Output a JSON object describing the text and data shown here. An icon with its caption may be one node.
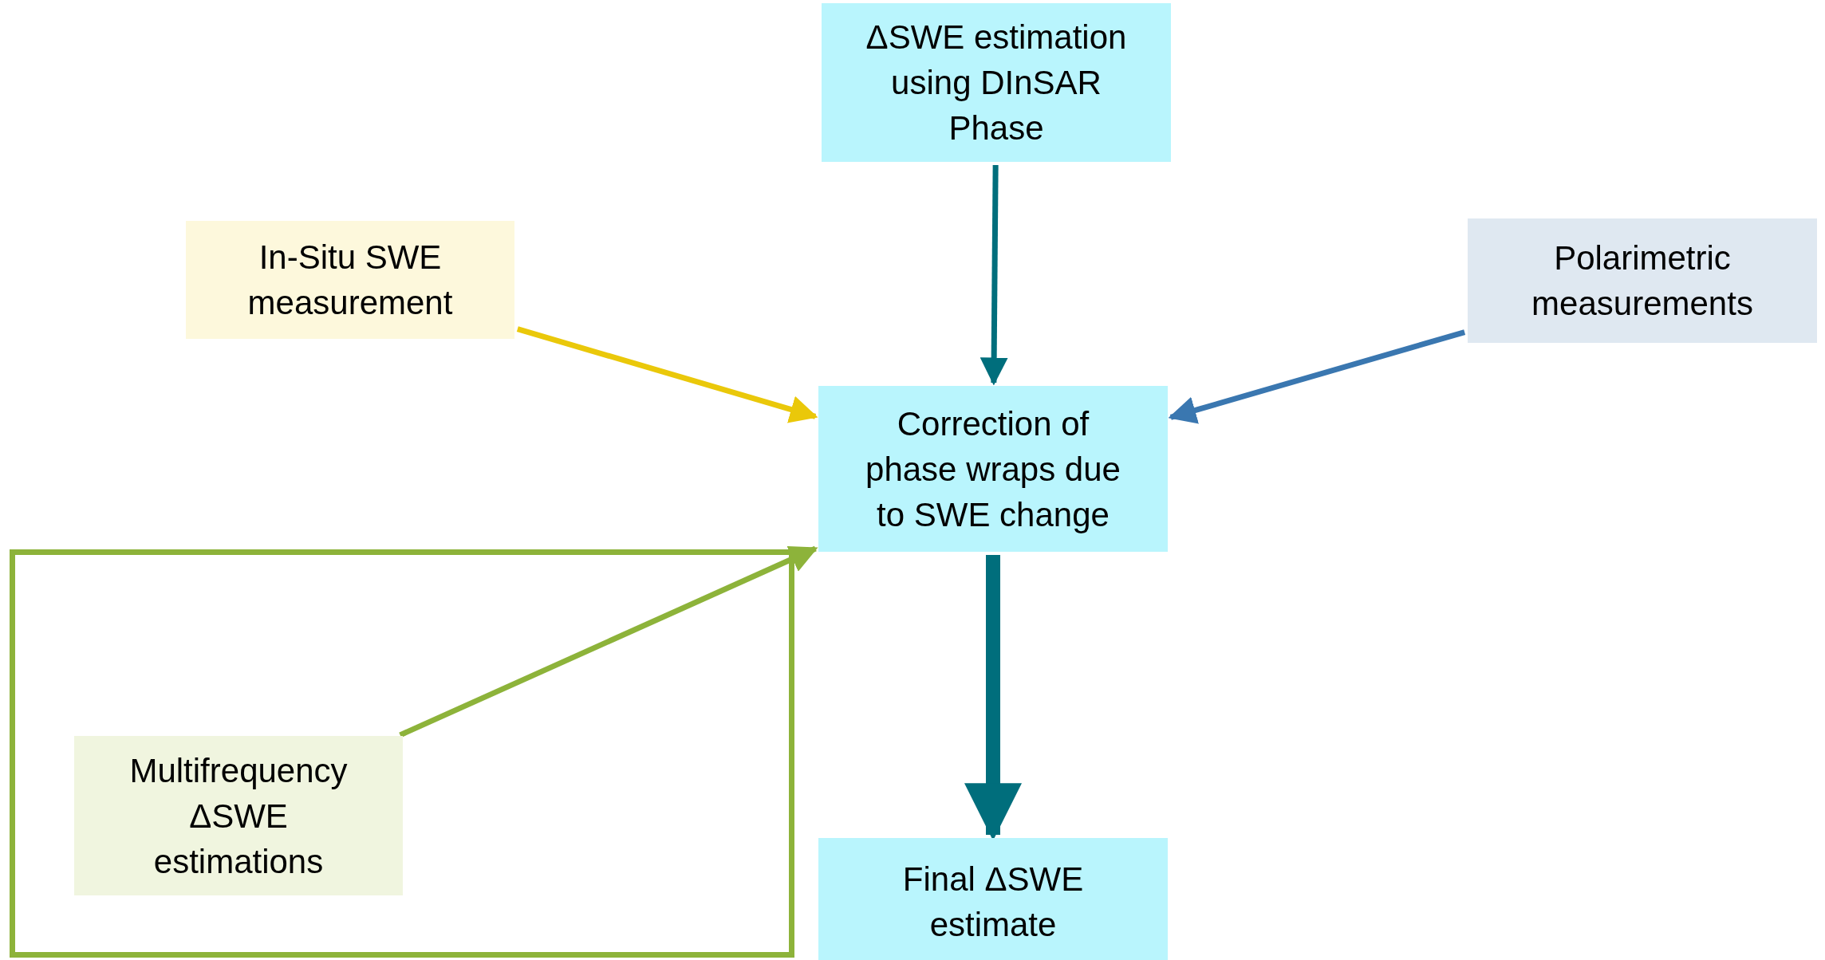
{
  "diagram": {
    "nodes": [
      {
        "text": [
          "ΔSWE estimation using DInSAR Phase"
        ]
      },
      {
        "text": [
          "In-Situ SWE measurement"
        ]
      },
      {
        "text": [
          "Polarimetric measurements"
        ]
      },
      {
        "text": [
          "Correction of phase wraps due to SWE change"
        ]
      },
      {
        "text": [],
        "shape": "box"
      },
      {
        "text": [
          "Multifrequency ΔSWE estimations"
        ],
        "in": 4
      },
      {
        "text": [
          "Final ΔSWE estimate"
        ]
      }
    ],
    "edges": [
      {
        "from": 0,
        "to": 3,
        "arrow": "to",
        "color": "#006e7c"
      },
      {
        "from": 1,
        "to": 3,
        "arrow": "to",
        "color": "#eac80a"
      },
      {
        "from": 2,
        "to": 3,
        "arrow": "to",
        "color": "#3a77b0"
      },
      {
        "from": 5,
        "to": 3,
        "arrow": "to",
        "color": "#8db33a"
      },
      {
        "from": 3,
        "to": 6,
        "arrow": "to",
        "style": "thick",
        "color": "#006e7c"
      }
    ]
  }
}
